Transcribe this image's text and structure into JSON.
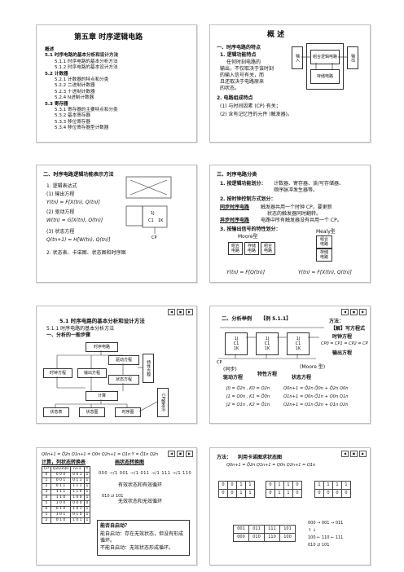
{
  "s1": {
    "title": "第五章  时序逻辑电路",
    "items": [
      "概述",
      "5.1  时序电路的基本分析和设计方法",
      "5.1.1  时序电路的基本分析方法",
      "5.1.2  时序电路的基本设计方法",
      "5.2  计数器",
      "5.2.1  计数器的特点和分类",
      "5.2.2  二进制计数器",
      "5.2.3  十进制计数器",
      "5.2.4  N进制计数器",
      "5.3  寄存器",
      "5.3.1  寄存器的主要特点和分类",
      "5.3.2  基本寄存器",
      "5.3.3  移位寄存器",
      "5.3.4  移位寄存器型计数器"
    ]
  },
  "s2": {
    "title": "概  述",
    "h1": "一、时序电路的特点",
    "l1": "1. 逻辑功能特点",
    "p1": [
      "任何时刻电路的",
      "输出，不仅取决于该时刻",
      "的输入信号有关，而",
      "且还取决于电路原来",
      "的状态。"
    ],
    "l2": "2. 电路组成特点",
    "p2": [
      "(1) 与时间因素 (CP) 有关；",
      "(2) 含有记忆性的元件 (触发器)。"
    ],
    "in": "输入",
    "out": "输出",
    "comb": "组合逻辑电路",
    "store": "存储电路"
  },
  "s3": {
    "h1": "二、时序电路逻辑功能表示方法",
    "l1": "1. 逻辑表达式",
    "l1a": "(1) 输出方程",
    "e1": "Y(tn) = F[X(tn), Q(tn)]",
    "l1b": "(2) 驱动方程",
    "e2": "W(tn) = G[X(tn), Q(tn)]",
    "l1c": "(3) 状态方程",
    "e3": "Q(tn+1) = H[W(tn), Q(tn)]",
    "l2": "2. 状态表、卡诺图、状态图和时序图"
  },
  "s4": {
    "h1": "三、时序电路分类",
    "l1": "1. 按逻辑功能划分：",
    "l1v": "计数器、寄存器、读/写存储器、",
    "l1w": "顺序脉冲发生器等。",
    "l2": "2. 按时钟控制方式划分：",
    "sync": "同步时序电路",
    "syncd": "触发器共用一个时钟 CP，要更新",
    "syncd2": "状态的触发器同时翻转。",
    "async": "异步时序电路",
    "asyncd": "电路中所有触发器没有共用一个 CP。",
    "l3": "3. 按输出信号的特性划分：",
    "moore": "Moore型",
    "mealy": "Mealy型",
    "e1": "Y(tn) = F[Q(tn)]",
    "e2": "Y(tn) = F[X(tn), Q(tn)]"
  },
  "s5": {
    "title": "5.1  时序电路的基本分析和设计方法",
    "sub": "5.1.1  时序电路的基本分析方法",
    "h1": "一、分析的一般步骤",
    "nodes": [
      "时序电路",
      "驱动方程",
      "时钟方程",
      "输出方程",
      "状态方程",
      "特性方程",
      "计算",
      "CP触发沿",
      "状态表",
      "状态图",
      "时序图"
    ]
  },
  "s6": {
    "h1": "二、分析举例",
    "ex": "【例 5.1.1】",
    "m": "方法：",
    "step1": "【解】写方程式",
    "clk": "时钟方程",
    "clkeq": "CP0 = CP1 = CP2 = CP",
    "outeq": "输出方程",
    "moore": "(Moore 型)",
    "sync": "(同步)",
    "drv": "驱动方程",
    "char": "特性方程",
    "state": "状态方程"
  },
  "s7": {
    "calc": "计算，列状态转换表",
    "graph": "画状态转换图",
    "valid": "有效状态和有效循环",
    "invalid": "无效状态和无效循环",
    "q1": "能否自启动？",
    "q2": "能自启动：存在无效状态，但没有形成循环。",
    "q3": "不能自启动：无效状态形成循环。",
    "table": [
      [
        "0",
        "0 0 0",
        "0 0 1",
        "1"
      ],
      [
        "1",
        "0 0 1",
        "0 1 1",
        "1"
      ],
      [
        "2",
        "0 1 1",
        "1 1 1",
        "1"
      ],
      [
        "3",
        "1 1 1",
        "1 1 0",
        "1"
      ],
      [
        "4",
        "1 1 0",
        "1 0 0",
        "1"
      ],
      [
        "5",
        "1 0 0",
        "0 0 0",
        "0"
      ],
      [
        "0",
        "0 1 0",
        "1 0 1",
        "1"
      ],
      [
        "1",
        "1 0 1",
        "0 1 0",
        "1"
      ],
      [
        "2",
        "0 1 0",
        "1 0 1",
        "1"
      ]
    ]
  },
  "s8": {
    "m": "方法：",
    "d": "利用卡诺图求状态图"
  }
}
